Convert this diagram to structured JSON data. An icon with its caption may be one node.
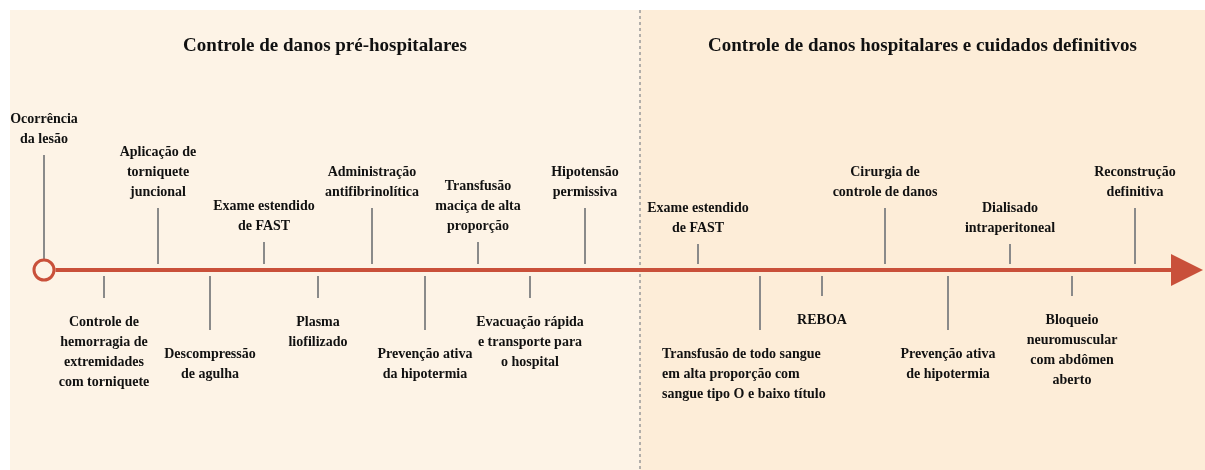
{
  "diagram": {
    "nodes": [
      {
        "text": [
          "Controle de danos pré-hospitalares"
        ]
      },
      {
        "text": [
          "Controle de danos hospitalares e cuidados definitivos"
        ]
      },
      {
        "text": [],
        "shape": "circle",
        "in": 0
      }
    ],
    "edges": [
      {
        "from": 2,
        "to": 1,
        "arrow": "to",
        "color": "#c9503a"
      }
    ],
    "labels": [
      "Ocorrência da lesão",
      "Controle de hemorragia de extremidades com torniquete",
      "Aplicação de torniquete juncional",
      "Descompressão de agulha",
      "Exame estendido de FAST",
      "Plasma liofilizado",
      "Administração antifibrinolítica",
      "Prevenção ativa da hipotermia",
      "Transfusão maciça de alta proporção",
      "Evacuação rápida e transporte para o hospital",
      "Hipotensão permissiva",
      "Exame estendido de FAST",
      "Transfusão de todo sangue em alta proporção com sangue tipo O e baixo título",
      "REBOA",
      "Cirurgia de controle de danos",
      "Prevenção ativa de hipotermia",
      "Dialisado intraperitoneal",
      "Bloqueio neuromuscular com abdômen aberto",
      "Reconstrução definitiva"
    ]
  }
}
